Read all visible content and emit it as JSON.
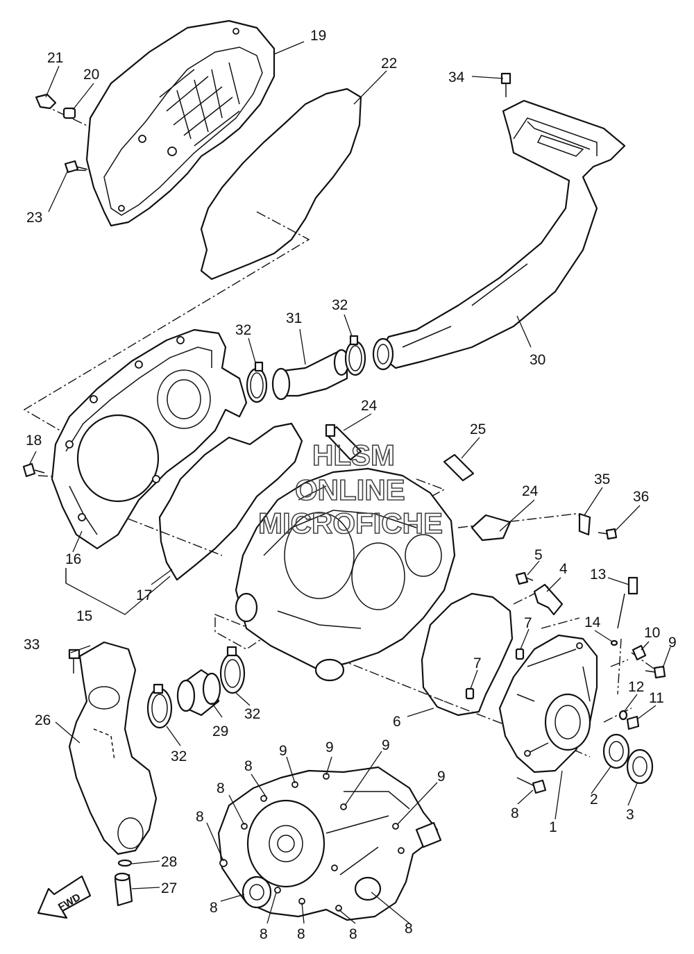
{
  "diagram": {
    "watermark": {
      "line1": "HLSM",
      "line2": "ONLINE",
      "line3": "MICROFICHE"
    },
    "direction_arrow": "FWD",
    "callouts": {
      "c1": "1",
      "c2": "2",
      "c3": "3",
      "c4": "4",
      "c5": "5",
      "c6": "6",
      "c7a": "7",
      "c7b": "7",
      "c8a": "8",
      "c8b": "8",
      "c8c": "8",
      "c8d": "8",
      "c8e": "8",
      "c8f": "8",
      "c8g": "8",
      "c8h": "8",
      "c8i": "8",
      "c9a": "9",
      "c9b": "9",
      "c9c": "9",
      "c9d": "9",
      "c9e": "9",
      "c10": "10",
      "c11": "11",
      "c12": "12",
      "c13": "13",
      "c14": "14",
      "c15": "15",
      "c16": "16",
      "c17": "17",
      "c18": "18",
      "c19": "19",
      "c20": "20",
      "c21": "21",
      "c22": "22",
      "c23": "23",
      "c24a": "24",
      "c24b": "24",
      "c25": "25",
      "c26": "26",
      "c27": "27",
      "c28": "28",
      "c29": "29",
      "c30": "30",
      "c31": "31",
      "c32a": "32",
      "c32b": "32",
      "c32c": "32",
      "c32d": "32",
      "c33": "33",
      "c34": "34",
      "c35": "35",
      "c36": "36"
    }
  }
}
